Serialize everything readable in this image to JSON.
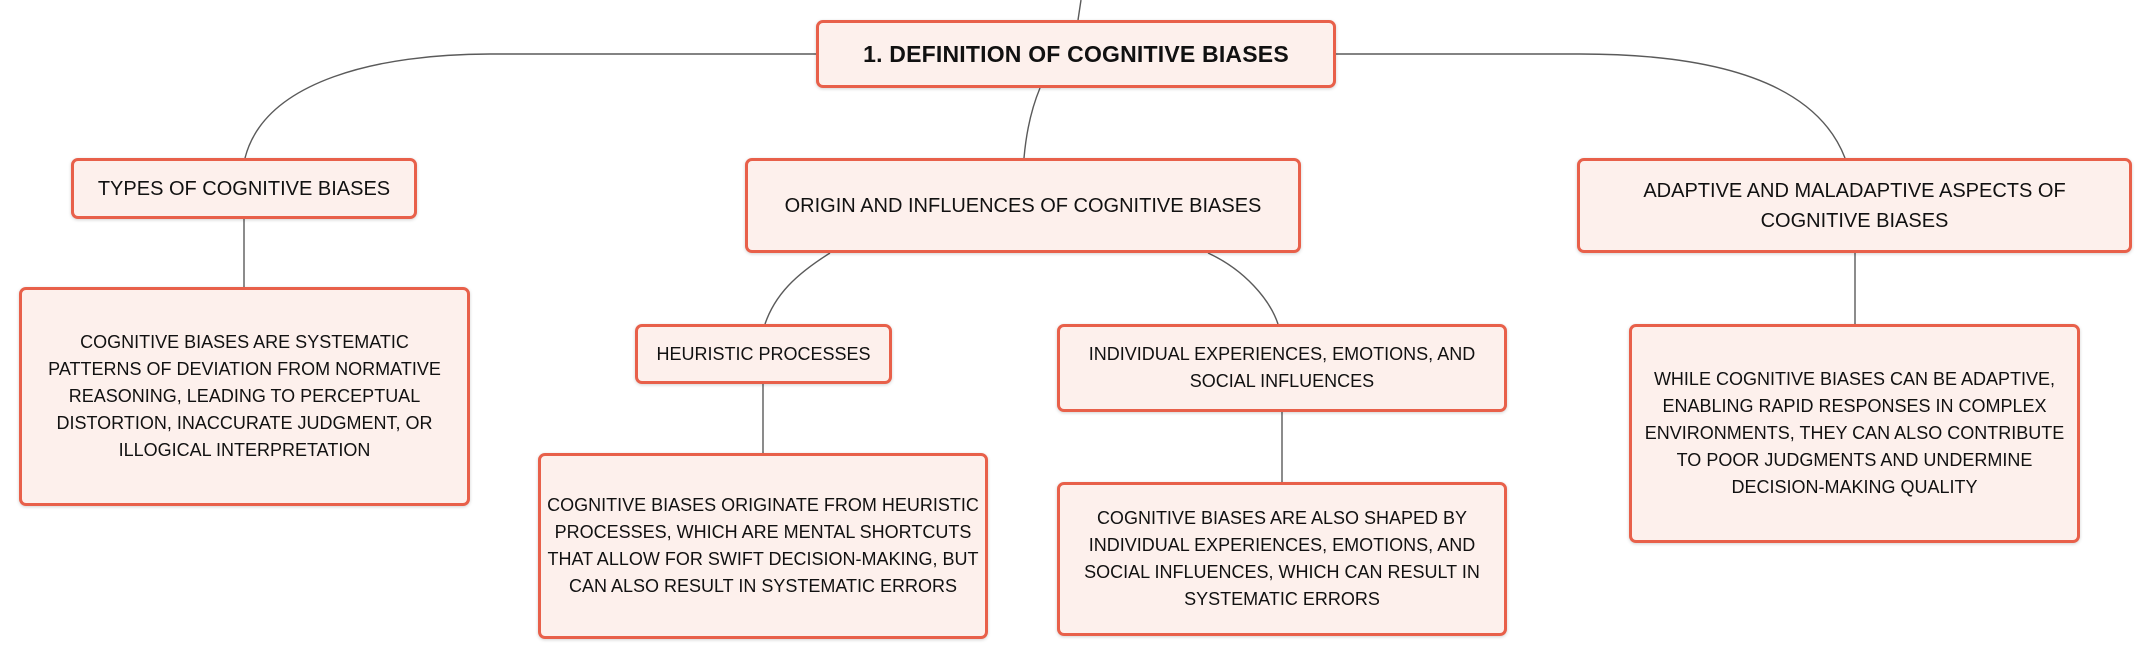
{
  "mind_map": {
    "root": {
      "label": "1. DEFINITION OF COGNITIVE BIASES"
    },
    "branches": [
      {
        "label": "TYPES OF COGNITIVE BIASES",
        "details": [
          "COGNITIVE BIASES ARE SYSTEMATIC PATTERNS OF DEVIATION FROM NORMATIVE REASONING, LEADING TO PERCEPTUAL DISTORTION, INACCURATE JUDGMENT, OR ILLOGICAL INTERPRETATION"
        ]
      },
      {
        "label": "ORIGIN AND INFLUENCES OF COGNITIVE BIASES",
        "children": [
          {
            "label": "HEURISTIC PROCESSES",
            "details": [
              "COGNITIVE BIASES ORIGINATE FROM HEURISTIC PROCESSES, WHICH ARE MENTAL SHORTCUTS THAT ALLOW FOR SWIFT DECISION-MAKING, BUT CAN ALSO RESULT IN SYSTEMATIC ERRORS"
            ]
          },
          {
            "label": "INDIVIDUAL EXPERIENCES, EMOTIONS, AND SOCIAL INFLUENCES",
            "details": [
              "COGNITIVE BIASES ARE ALSO SHAPED BY INDIVIDUAL EXPERIENCES, EMOTIONS, AND SOCIAL INFLUENCES, WHICH CAN RESULT IN SYSTEMATIC ERRORS"
            ]
          }
        ]
      },
      {
        "label": "ADAPTIVE AND MALADAPTIVE ASPECTS OF COGNITIVE BIASES",
        "details": [
          "WHILE COGNITIVE BIASES CAN BE ADAPTIVE, ENABLING RAPID RESPONSES IN COMPLEX ENVIRONMENTS, THEY CAN ALSO CONTRIBUTE TO POOR JUDGMENTS AND UNDERMINE DECISION-MAKING QUALITY"
        ]
      }
    ]
  },
  "colors": {
    "node_border": "#e8604a",
    "node_fill": "#fdf0ec",
    "connector": "#5a5a5a",
    "text": "#111111"
  }
}
